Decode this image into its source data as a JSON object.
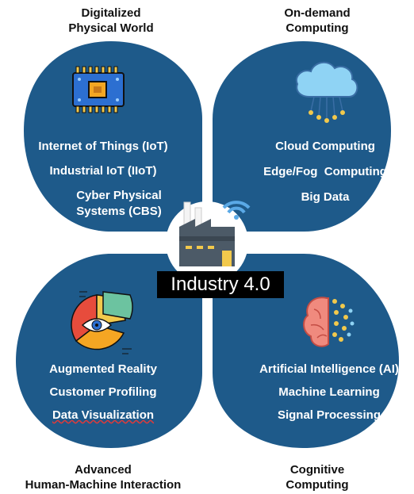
{
  "corners": {
    "top_left": [
      "Digitalized",
      "Physical World"
    ],
    "top_right": [
      "On-demand",
      "Computing"
    ],
    "bottom_left": [
      "Advanced",
      "Human-Machine Interaction"
    ],
    "bottom_right": [
      "Cognitive",
      "Computing"
    ]
  },
  "petals": {
    "top_left": [
      "Internet of Things (IoT)",
      "Industrial IoT (IIoT)",
      "Cyber Physical",
      "Systems (CBS)"
    ],
    "top_right": [
      "Cloud Computing",
      "Edge/Fog  Computing",
      "Big Data"
    ],
    "bottom_left": [
      "Augmented Reality",
      "Customer Profiling",
      "Data Visualization"
    ],
    "bottom_right": [
      "Artificial Intelligence (AI)",
      "Machine Learning",
      "Signal Processing"
    ]
  },
  "center": {
    "label": "Industry 4.0"
  },
  "icons": {
    "top_left": "circuit-chip-icon",
    "top_right": "cloud-network-icon",
    "bottom_left": "eye-pie-chart-icon",
    "bottom_right": "brain-icon",
    "center": "smart-factory-icon"
  },
  "colors": {
    "petal": "#1e5a8a",
    "text": "#ffffff",
    "center_bg": "#000000"
  }
}
